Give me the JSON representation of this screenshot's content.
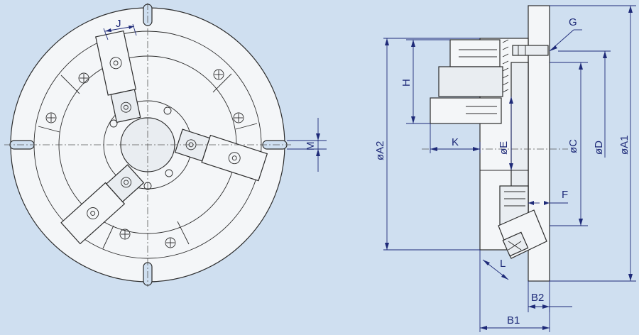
{
  "colors": {
    "background": "#cfdff0",
    "dimension_text": "#1e2a78",
    "outline": "#2b2b2b",
    "part_fill": "#f4f6f8"
  },
  "front_view_labels": {
    "j": "J",
    "m": "M"
  },
  "side_view_labels": {
    "g": "G",
    "h": "H",
    "k": "K",
    "a2": "øA2",
    "e": "øE",
    "c": "øC",
    "d": "øD",
    "a1": "øA1",
    "f": "F",
    "l": "L",
    "b2": "B2",
    "b1": "B1"
  }
}
